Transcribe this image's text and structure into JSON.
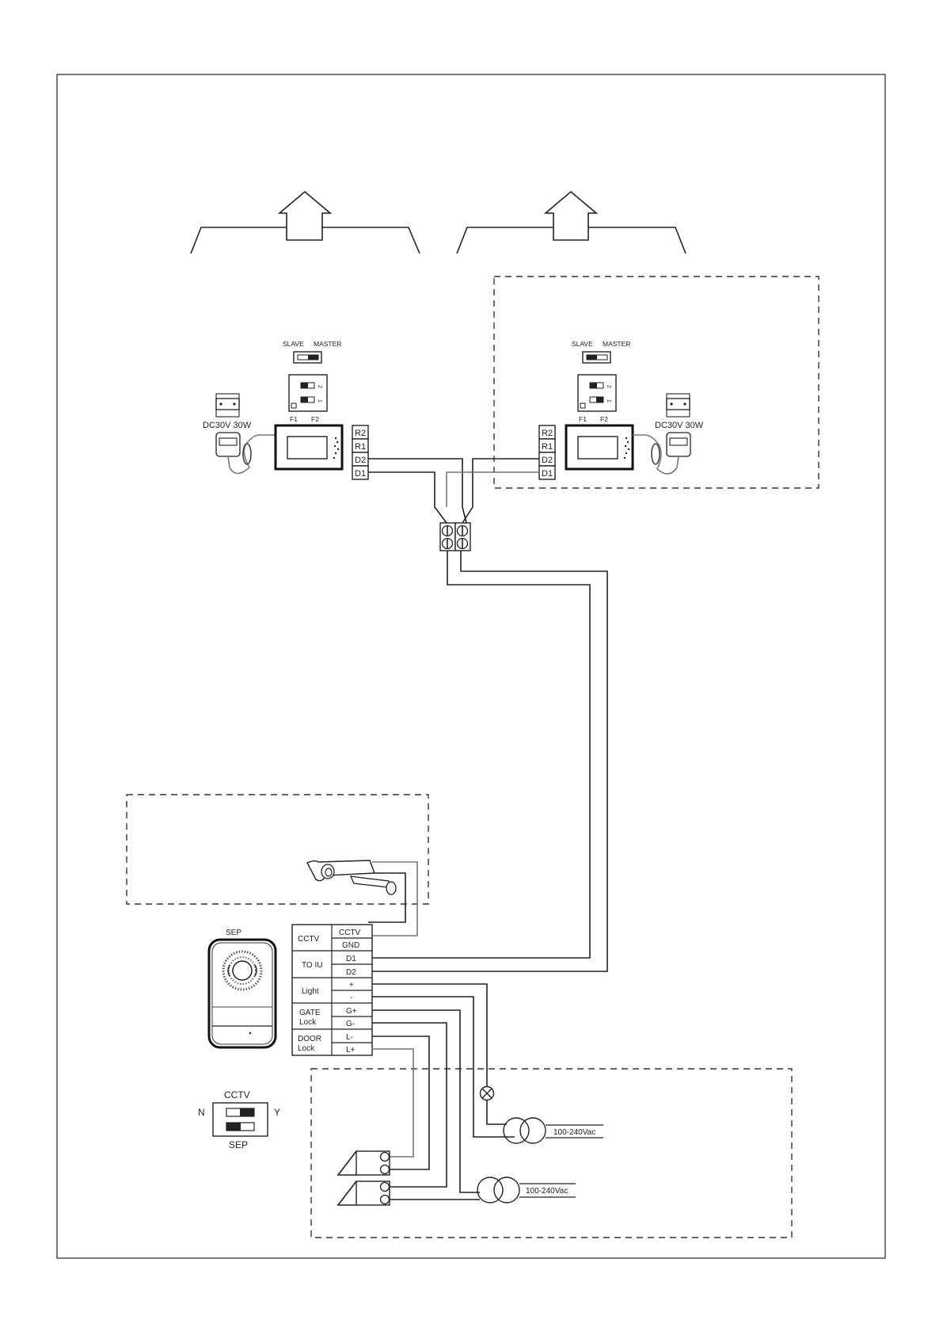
{
  "diagram": {
    "title": "",
    "monitors": [
      {
        "id": "monitor-left",
        "mode_switch": {
          "left_label": "SLAVE",
          "right_label": "MASTER",
          "position": "MASTER"
        },
        "dip_switch": {
          "labels": [
            "F1",
            "F2"
          ],
          "numbers": [
            "2",
            "1"
          ],
          "positions": [
            "F1",
            "F1"
          ]
        },
        "power_label": "DC30V 30W",
        "terminals": [
          "R2",
          "R1",
          "D2",
          "D1"
        ]
      },
      {
        "id": "monitor-right",
        "mode_switch": {
          "left_label": "SLAVE",
          "right_label": "MASTER",
          "position": "SLAVE"
        },
        "dip_switch": {
          "labels": [
            "F1",
            "F2"
          ],
          "numbers": [
            "2",
            "1"
          ],
          "positions": [
            "F1",
            "F2"
          ]
        },
        "power_label": "DC30V 30W",
        "terminals": [
          "R2",
          "R1",
          "D2",
          "D1"
        ]
      }
    ],
    "door_station": {
      "label": "SEP",
      "terminal_groups": [
        {
          "group": "CCTV",
          "pins": [
            "CCTV",
            "GND"
          ]
        },
        {
          "group": "TO IU",
          "pins": [
            "D1",
            "D2"
          ]
        },
        {
          "group": "Light",
          "pins": [
            "+",
            "-"
          ]
        },
        {
          "group": "GATE Lock",
          "pins": [
            "G+",
            "G-"
          ]
        },
        {
          "group": "DOOR Lock",
          "pins": [
            "L-",
            "L+"
          ]
        }
      ],
      "selector": {
        "top_label": "CCTV",
        "bottom_label": "SEP",
        "left_label": "N",
        "right_label": "Y"
      }
    },
    "transformers": [
      {
        "label": "100-240Vac"
      },
      {
        "label": "100-240Vac"
      }
    ],
    "text": {
      "F1": "F1",
      "F2": "F2"
    }
  }
}
